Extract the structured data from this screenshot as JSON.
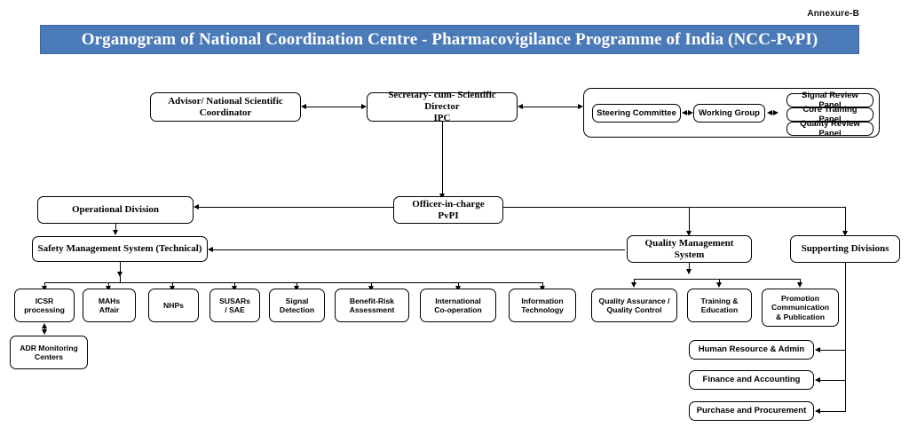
{
  "page": {
    "annexure_label": "Annexure-B",
    "banner_title": "Organogram of National Coordination Centre - Pharmacovigilance Programme of India (NCC-PvPI)",
    "banner_color": "#4a7ab8",
    "banner_text_color": "#ffffff",
    "box_border_color": "#000000",
    "box_fill_color": "#ffffff",
    "connector_color": "#000000"
  },
  "nodes": {
    "advisor": "Advisor/ National Scientific Coordinator",
    "secretary": "Secretary- cum- Scientific Director IPC",
    "steering_committee": "Steering Committee",
    "working_group": "Working Group",
    "signal_review_panel": "Signal Review Panel",
    "core_training_panel": "Core Training Panel",
    "quality_review_panel": "Quality Review Panel",
    "operational_division": "Operational Division",
    "officer_in_charge": "Officer-in-charge PvPI",
    "safety_management_system": "Safety Management System (Technical)",
    "quality_management_system": "Quality Management System",
    "supporting_divisions": "Supporting Divisions",
    "icsr_processing": "ICSR processing",
    "adr_monitoring_centers": "ADR Monitoring Centers",
    "mahs_affair": "MAHs Affair",
    "nhps": "NHPs",
    "susars_sae": "SUSARs / SAE",
    "signal_detection": "Signal Detection",
    "benefit_risk_assessment": "Benefit-Risk Assessment",
    "international_cooperation": "International Co-operation",
    "information_technology": "Information Technology",
    "quality_assurance_control": "Quality Assurance / Quality Control",
    "training_education": "Training & Education",
    "promotion_communication": "Promotion Communication & Publication",
    "human_resource_admin": "Human Resource & Admin",
    "finance_accounting": "Finance and Accounting",
    "purchase_procurement": "Purchase and Procurement"
  },
  "node_lines": {
    "advisor": [
      "Advisor/ National Scientific",
      "Coordinator"
    ],
    "secretary": [
      "Secretary- cum- Scientific Director",
      "IPC"
    ],
    "officer_in_charge": [
      "Officer-in-charge",
      "PvPI"
    ],
    "icsr_processing": [
      "ICSR",
      "processing"
    ],
    "adr_monitoring_centers": [
      "ADR Monitoring",
      "Centers"
    ],
    "mahs_affair": [
      "MAHs",
      "Affair"
    ],
    "susars_sae": [
      "SUSARs",
      "/ SAE"
    ],
    "signal_detection": [
      "Signal",
      "Detection"
    ],
    "benefit_risk_assessment": [
      "Benefit-Risk",
      "Assessment"
    ],
    "international_cooperation": [
      "International",
      "Co-operation"
    ],
    "information_technology": [
      "Information",
      "Technology"
    ],
    "quality_assurance_control": [
      "Quality Assurance /",
      "Quality Control"
    ],
    "training_education": [
      "Training &",
      "Education"
    ],
    "promotion_communication": [
      "Promotion",
      "Communication",
      "& Publication"
    ]
  }
}
